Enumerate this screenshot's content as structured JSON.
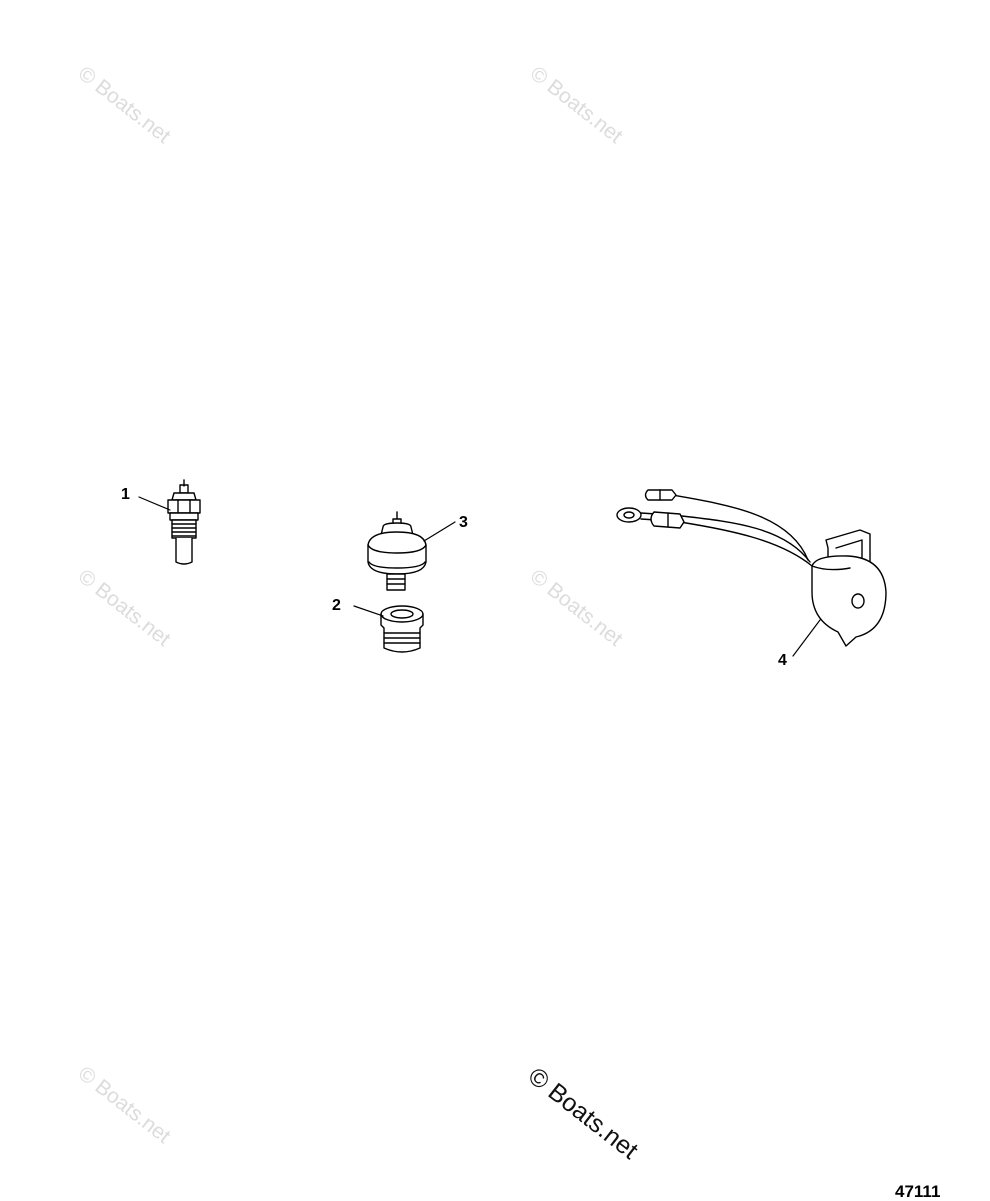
{
  "watermark": {
    "text": "© Boats.net"
  },
  "callouts": {
    "part_1": "1",
    "part_2": "2",
    "part_3": "3",
    "part_4": "4"
  },
  "figure_number": "47111",
  "colors": {
    "line": "#000000",
    "watermark": "#dcdcdc",
    "background": "#ffffff"
  }
}
